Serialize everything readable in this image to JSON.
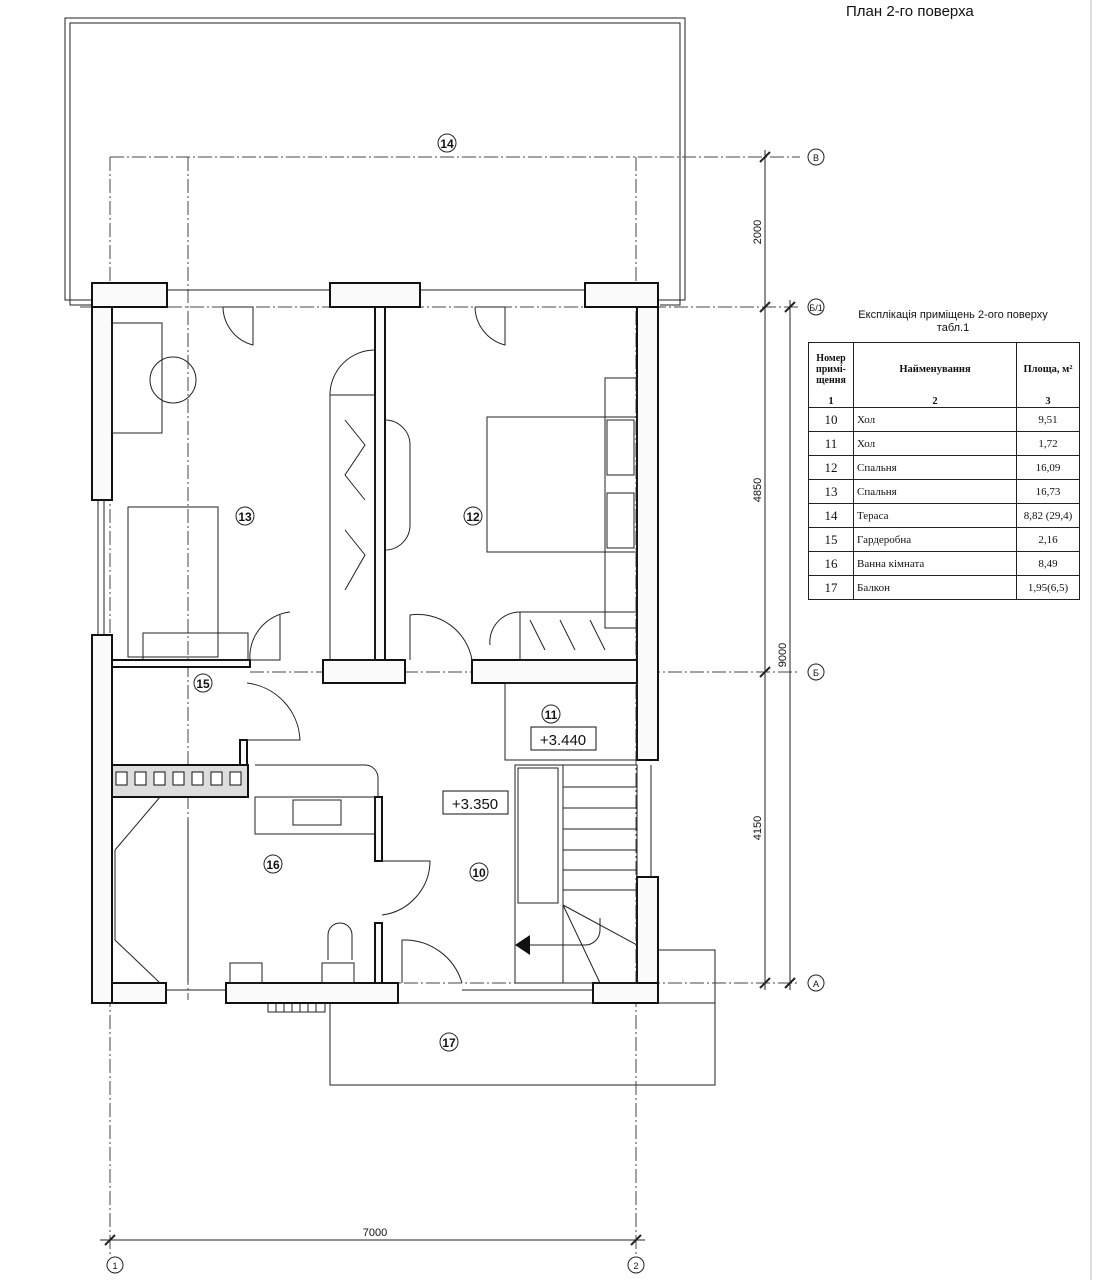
{
  "title": "План 2-го поверха",
  "table": {
    "caption_line1": "Експлікація приміщень 2-ого поверху",
    "caption_line2": "табл.1",
    "headers": [
      "Номер примі-щення",
      "Найменування",
      "Площа, м²"
    ],
    "header_numbers": [
      "1",
      "2",
      "3"
    ],
    "rows": [
      {
        "num": "10",
        "name": "Хол",
        "area": "9,51"
      },
      {
        "num": "11",
        "name": "Хол",
        "area": "1,72"
      },
      {
        "num": "12",
        "name": "Спальня",
        "area": "16,09"
      },
      {
        "num": "13",
        "name": "Спальня",
        "area": "16,73"
      },
      {
        "num": "14",
        "name": "Тераса",
        "area": "8,82 (29,4)"
      },
      {
        "num": "15",
        "name": "Гардеробна",
        "area": "2,16"
      },
      {
        "num": "16",
        "name": "Ванна кімната",
        "area": "8,49"
      },
      {
        "num": "17",
        "name": "Балкон",
        "area": "1,95(6,5)"
      }
    ]
  },
  "axes": {
    "B": "В",
    "B1": "Б/1",
    "Bb": "Б",
    "A": "А",
    "one": "1",
    "two": "2"
  },
  "dimensions": {
    "d2000": "2000",
    "d4850": "4850",
    "d4150": "4150",
    "d9000": "9000",
    "d7000": "7000"
  },
  "rooms": {
    "r10": "10",
    "r11": "11",
    "r12": "12",
    "r13": "13",
    "r14": "14",
    "r15": "15",
    "r16": "16",
    "r17": "17"
  },
  "levels": {
    "l1": "+3.440",
    "l2": "+3.350"
  }
}
